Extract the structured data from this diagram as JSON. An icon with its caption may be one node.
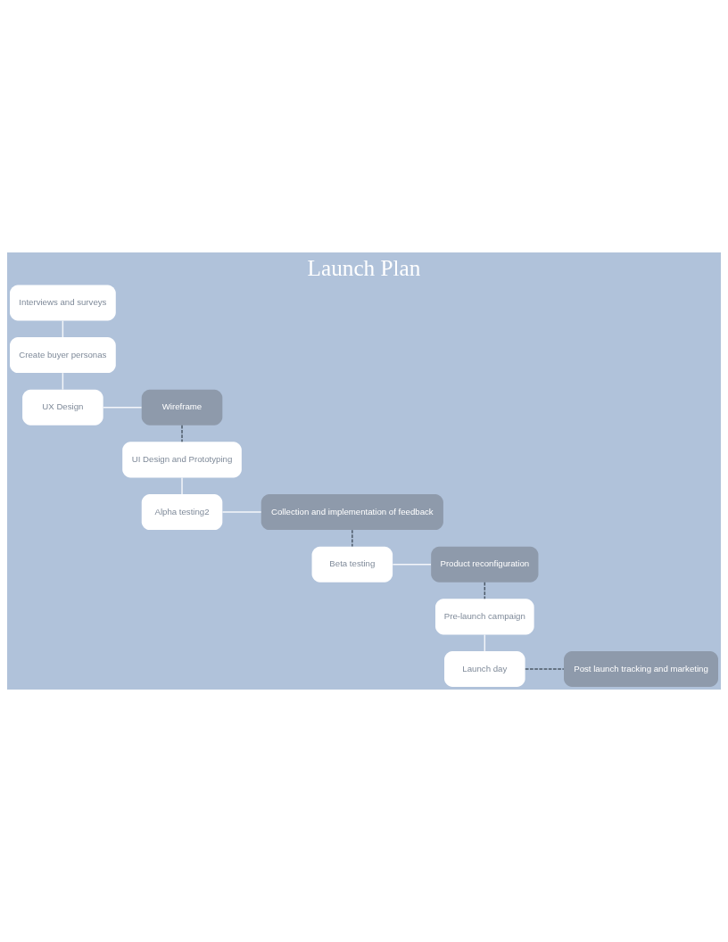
{
  "diagram": {
    "title": "Launch Plan",
    "nodes": [
      {
        "text": [
          "Interviews and surveys"
        ]
      },
      {
        "text": [
          "Create buyer personas"
        ]
      },
      {
        "text": [
          "UX Design"
        ]
      },
      {
        "text": [
          "Wireframe"
        ]
      },
      {
        "text": [
          "UI Design and Prototyping"
        ]
      },
      {
        "text": [
          "Alpha testing2"
        ]
      },
      {
        "text": [
          "Collection and implementation of feedback"
        ]
      },
      {
        "text": [
          "Product reconfiguration"
        ]
      },
      {
        "text": [
          "Beta testing"
        ]
      },
      {
        "text": [
          "Pre-launch campaign"
        ]
      },
      {
        "text": [
          "Launch day"
        ]
      },
      {
        "text": [
          "Post launch tracking and marketing"
        ]
      }
    ],
    "edges": [
      {
        "from": 0,
        "to": 1,
        "arrow": "none"
      },
      {
        "from": 1,
        "to": 2,
        "arrow": "none"
      },
      {
        "from": 2,
        "to": 3,
        "arrow": "none"
      },
      {
        "from": 3,
        "to": 4,
        "arrow": "none",
        "style": "dashed",
        "color": "#4b5866"
      },
      {
        "from": 4,
        "to": 5,
        "arrow": "none"
      },
      {
        "from": 5,
        "to": 6,
        "arrow": "none"
      },
      {
        "from": 6,
        "to": 8,
        "arrow": "none",
        "style": "dashed",
        "color": "#4b5866"
      },
      {
        "from": 8,
        "to": 7,
        "arrow": "none"
      },
      {
        "from": 7,
        "to": 9,
        "arrow": "none",
        "style": "dashed",
        "color": "#4b5866"
      },
      {
        "from": 9,
        "to": 10,
        "arrow": "none"
      },
      {
        "from": 10,
        "to": 11,
        "arrow": "none",
        "style": "dashed",
        "color": "#4b5866"
      }
    ]
  }
}
